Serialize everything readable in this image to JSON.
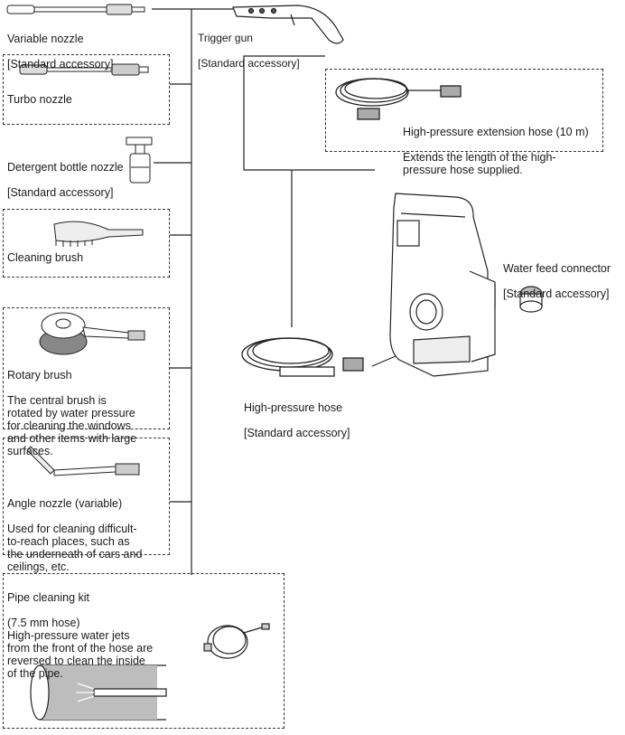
{
  "accessories": {
    "variable_nozzle": {
      "name": "Variable nozzle",
      "tag": "[Standard accessory]"
    },
    "trigger_gun": {
      "name": "Trigger gun",
      "tag": "[Standard accessory]"
    },
    "turbo_nozzle": {
      "name": "Turbo nozzle"
    },
    "extension_hose": {
      "name": "High-pressure extension hose (10 m)",
      "desc": "Extends the length of the high-\npressure hose supplied."
    },
    "detergent_bottle": {
      "name": "Detergent bottle nozzle",
      "tag": "[Standard accessory]"
    },
    "cleaning_brush": {
      "name": "Cleaning brush"
    },
    "water_feed": {
      "name": "Water feed connector",
      "tag": "[Standard accessory]"
    },
    "rotary_brush": {
      "name": "Rotary brush",
      "desc": "The central brush is\nrotated by water pressure\nfor cleaning the windows\nand other items with large\nsurfaces."
    },
    "hp_hose": {
      "name": "High-pressure hose",
      "tag": "[Standard accessory]"
    },
    "angle_nozzle": {
      "name": "Angle nozzle (variable)",
      "desc": "Used for cleaning difficult-\nto-reach places, such as\nthe underneath of cars and\nceilings, etc."
    },
    "pipe_kit": {
      "name": "Pipe cleaning kit",
      "desc": "(7.5 mm hose)\nHigh-pressure water jets\nfrom the front of the hose are\nreversed to clean the inside\nof the pipe."
    }
  }
}
